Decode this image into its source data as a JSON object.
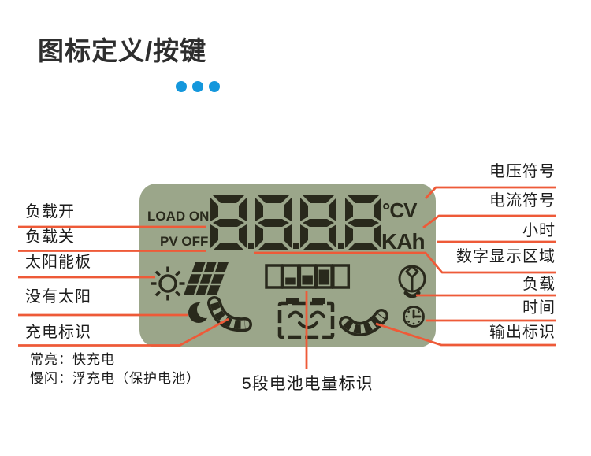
{
  "header": {
    "title": "图标定义/按键",
    "decorative_dot_count": 3
  },
  "colors": {
    "connector_line": "#ee5a38",
    "dot_blue": "#1497dc",
    "lcd_background": "#9ba68a",
    "lcd_segment_dark": "#29291c",
    "text_ink": "#1c1c1c",
    "title_ink": "#2e2e2e"
  },
  "lcd": {
    "load_on": "LOAD ON",
    "pv_off": "PV OFF",
    "display": "8.8.8.8",
    "units_top": "°CV",
    "units_bottom": "KAh",
    "battery_gauge_segments": 5,
    "battery_gauge_fill_levels": [
      0,
      1,
      2,
      3,
      0
    ]
  },
  "icons": {
    "sun": "sun-icon",
    "solar_panel": "solar-panel-icon",
    "moon": "moon-icon",
    "charge_arrow": "charge-arrow-icon",
    "battery_face": "battery-smiley-icon",
    "output_arrow": "output-arrow-icon",
    "bulb": "bulb-icon",
    "clock": "clock-icon"
  },
  "left_labels": [
    "负载开",
    "负载关",
    "太阳能板",
    "没有太阳",
    "充电标识"
  ],
  "left_notes": [
    "常亮：快充电",
    "慢闪：浮充电（保护电池）"
  ],
  "right_labels": [
    "电压符号",
    "电流符号",
    "小时",
    "数字显示区域",
    "负载",
    "时间",
    "输出标识"
  ],
  "bottom_label": "5段电池电量标识"
}
